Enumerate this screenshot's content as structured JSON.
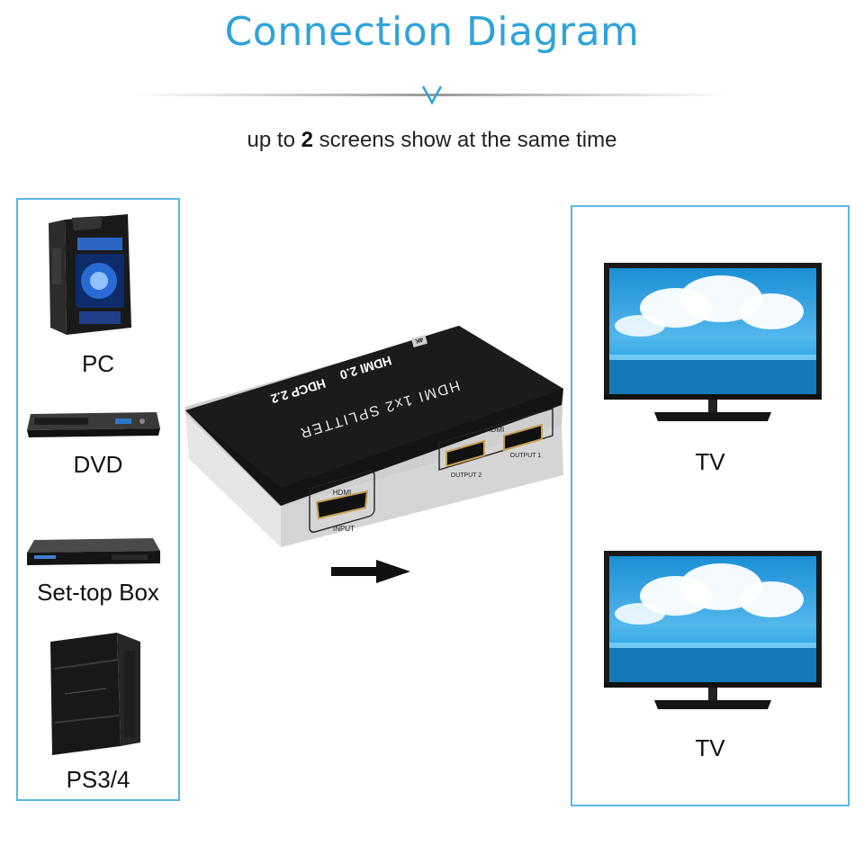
{
  "header": {
    "title": "Connection Diagram",
    "subtitle_prefix": "up to ",
    "subtitle_bold": "2",
    "subtitle_suffix": " screens show at the same time"
  },
  "sources": [
    {
      "label": "PC",
      "icon": "pc-tower-icon"
    },
    {
      "label": "DVD",
      "icon": "dvd-player-icon"
    },
    {
      "label": "Set-top Box",
      "icon": "set-top-box-icon"
    },
    {
      "label": "PS3/4",
      "icon": "game-console-icon"
    }
  ],
  "splitter": {
    "brand_line_1": "HDMI 2.0",
    "brand_line_2": "HDCP 2.2",
    "model": "HDMI 1x2 SPLITTER",
    "badge": "4K",
    "ports": {
      "input_top": "HDMI",
      "input_bottom": "INPUT",
      "output_header": "HDMI",
      "output_2": "OUTPUT 2",
      "output_1": "OUTPUT 1"
    }
  },
  "displays": [
    {
      "label": "TV",
      "icon": "tv-icon"
    },
    {
      "label": "TV",
      "icon": "tv-icon"
    }
  ],
  "colors": {
    "accent": "#2ea3db",
    "panel_border": "#5bb7e3",
    "device_black": "#141414",
    "device_silver": "#d8d8d8",
    "port_gold": "#c8a052"
  }
}
